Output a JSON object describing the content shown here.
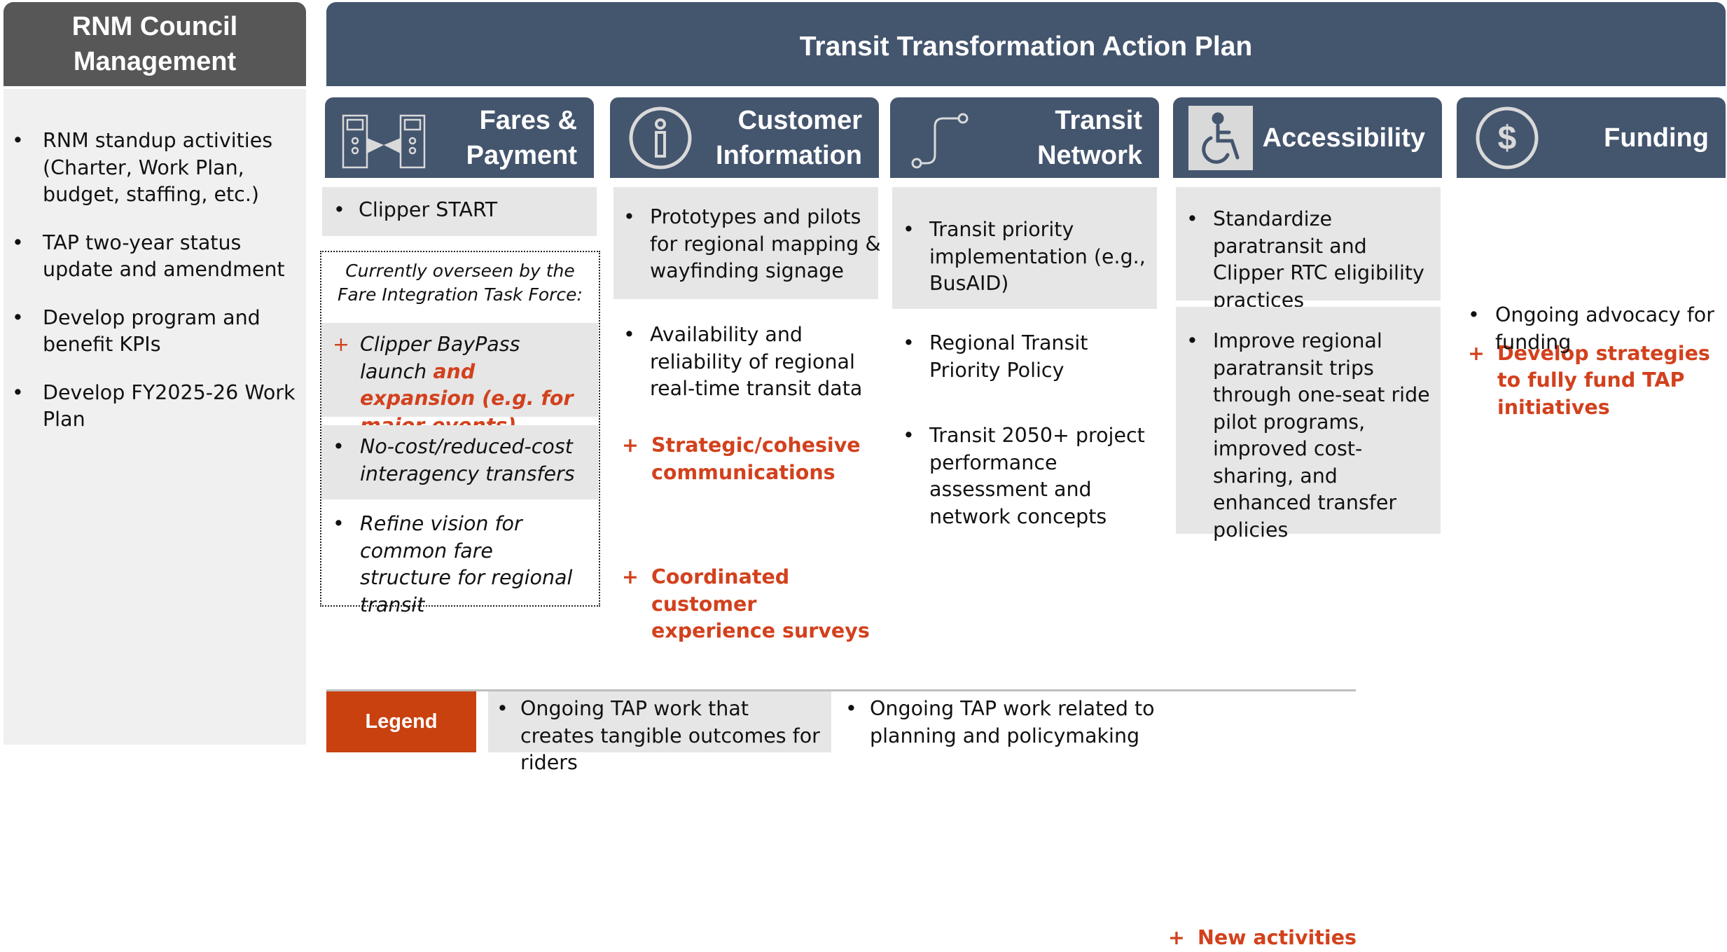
{
  "left": {
    "title": "RNM Council Management",
    "items": [
      "RNM standup activities (Charter, Work Plan, budget, staffing, etc.)",
      "TAP two-year status update and amendment",
      "Develop program and benefit KPIs",
      "Develop FY2025-26 Work Plan"
    ]
  },
  "banner": {
    "title": "Transit Transformation Action Plan"
  },
  "columns": {
    "fares": {
      "title": "Fares & Payment",
      "item1": "Clipper START",
      "overseen_note": "Currently overseen by the Fare Integration Task Force:",
      "new_item_plain": "Clipper BayPass launch",
      "new_item_red": "and expansion (e.g. for major events)",
      "item2": "No-cost/reduced-cost interagency transfers",
      "item3": "Refine vision for common fare structure for regional transit",
      "icon": "fare-gates-icon"
    },
    "customer": {
      "title": "Customer Information",
      "item1": "Prototypes and pilots for regional mapping & wayfinding signage",
      "item2": "Availability and reliability of regional real-time transit data",
      "new1": "Strategic/cohesive communications",
      "new2": "Coordinated customer experience surveys",
      "icon": "info-icon"
    },
    "network": {
      "title": "Transit Network",
      "item1": "Transit priority implementation (e.g., BusAID)",
      "item2": "Regional Transit Priority Policy",
      "item3": "Transit 2050+ project performance assessment and network concepts",
      "icon": "route-icon"
    },
    "accessibility": {
      "title": "Accessibility",
      "item1": "Standardize paratransit and Clipper RTC eligibility practices",
      "item2": "Improve regional paratransit trips through one-seat ride pilot programs, improved cost-sharing, and enhanced transfer policies",
      "icon": "wheelchair-icon"
    },
    "funding": {
      "title": "Funding",
      "new1": "Develop strategies to fully fund TAP initiatives",
      "item1": "Ongoing advocacy for funding",
      "icon": "dollar-icon"
    }
  },
  "legend": {
    "label": "Legend",
    "outcomes": "Ongoing TAP work that creates tangible outcomes for riders",
    "planning": "Ongoing TAP work related to planning and policymaking",
    "new": "New activities"
  },
  "symbols": {
    "bullet": "•",
    "plus": "+"
  },
  "colors": {
    "header_blue": "#44556e",
    "left_header_gray": "#575757",
    "accent_red": "#d2411d",
    "box_gray": "#e6e6e6"
  }
}
